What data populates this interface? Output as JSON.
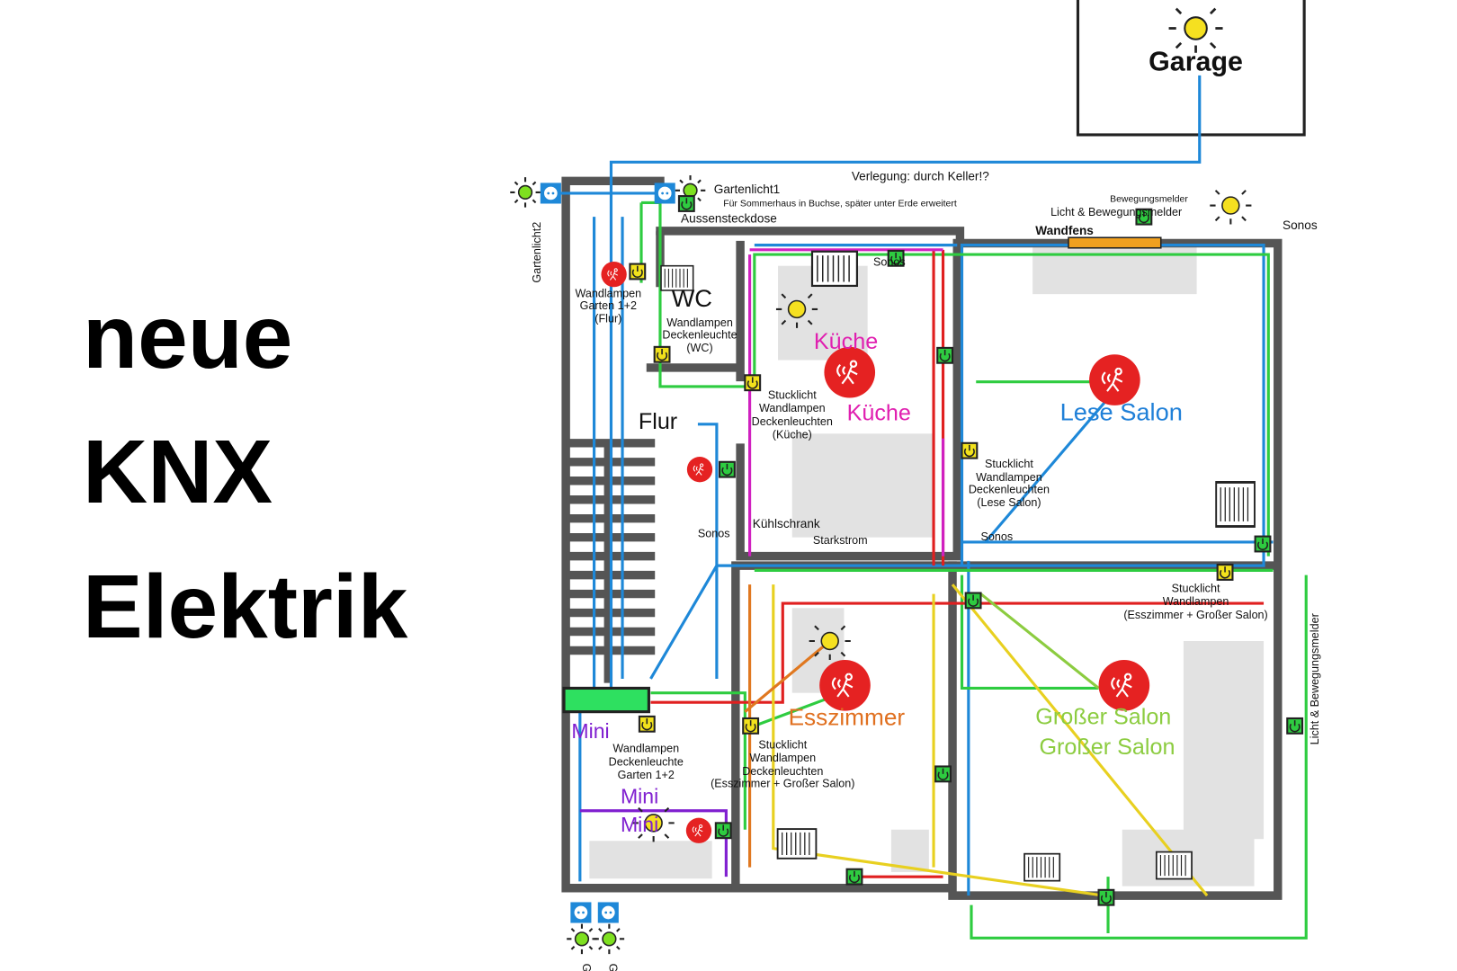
{
  "title": {
    "line1": "neue",
    "line2": "KNX",
    "line3": "Elektrik"
  },
  "garage": {
    "label": "Garage"
  },
  "notes": {
    "routing": "Verlegung: durch Keller!?",
    "gartenlicht1": "Gartenlicht1",
    "gartenlicht1_note": "Für Sommerhaus in Buchse, später unter Erde erweitert",
    "aussensteckdose": "Aussensteckdose",
    "gartenlicht2": "Gartenlicht2",
    "bewegungsmelder": "Bewegungsmelder",
    "licht_bewegungsmelder": "Licht & Bewegungsmelder",
    "wandfenster": "Wandfens",
    "sonos_top": "Sonos",
    "sonos_kitchen": "Sonos",
    "sonos_flur": "Sonos",
    "sonos_lese": "Sonos",
    "kuehlschrank": "Kühlschrank",
    "starkstrom": "Starkstrom",
    "licht_bewegungsmelder_right": "Licht & Bewegungsmelder",
    "gar1": "Gar",
    "gar2": "Gar"
  },
  "rooms": {
    "wc": "WC",
    "kueche": "Küche",
    "kueche2": "Küche",
    "flur": "Flur",
    "lese_salon": "Lese Salon",
    "esszimmer": "Esszimmer",
    "grosser_salon": "Großer Salon",
    "grosser_salon2": "Großer Salon",
    "mini": "Mini",
    "mini2": "Mini",
    "mini3": "Mini"
  },
  "switch_labels": {
    "flur": [
      "Wandlampen",
      "Garten 1+2",
      "(Flur)"
    ],
    "wc": [
      "Wandlampen",
      "Deckenleuchte",
      "(WC)"
    ],
    "kueche": [
      "Stucklicht",
      "Wandlampen",
      "Deckenleuchten",
      "(Küche)"
    ],
    "lese": [
      "Stucklicht",
      "Wandlampen",
      "Deckenleuchten",
      "(Lese Salon)"
    ],
    "gross": [
      "Stucklicht",
      "Wandlampen",
      "(Esszimmer + Großer Salon)"
    ],
    "ess": [
      "Stucklicht",
      "Wandlampen",
      "Deckenleuchten",
      "(Esszimmer + Großer Salon)"
    ],
    "mini": [
      "Wandlampen",
      "Deckenleuchte",
      "Garten 1+2"
    ]
  },
  "colors": {
    "wire_blue": "#1e88d8",
    "wire_green": "#2ecc40",
    "wire_red": "#e02020",
    "wire_magenta": "#d020c0",
    "wire_yellow": "#e8d020",
    "wire_orange": "#e07820",
    "switch_yellow": "#f2e21c",
    "switch_green": "#2ecc40",
    "motion_red": "#e52222",
    "kueche": "#e020b0",
    "lese_salon": "#2080d8",
    "esszimmer": "#e07020",
    "grosser_salon": "#8ccc40",
    "mini": "#8020d0"
  }
}
